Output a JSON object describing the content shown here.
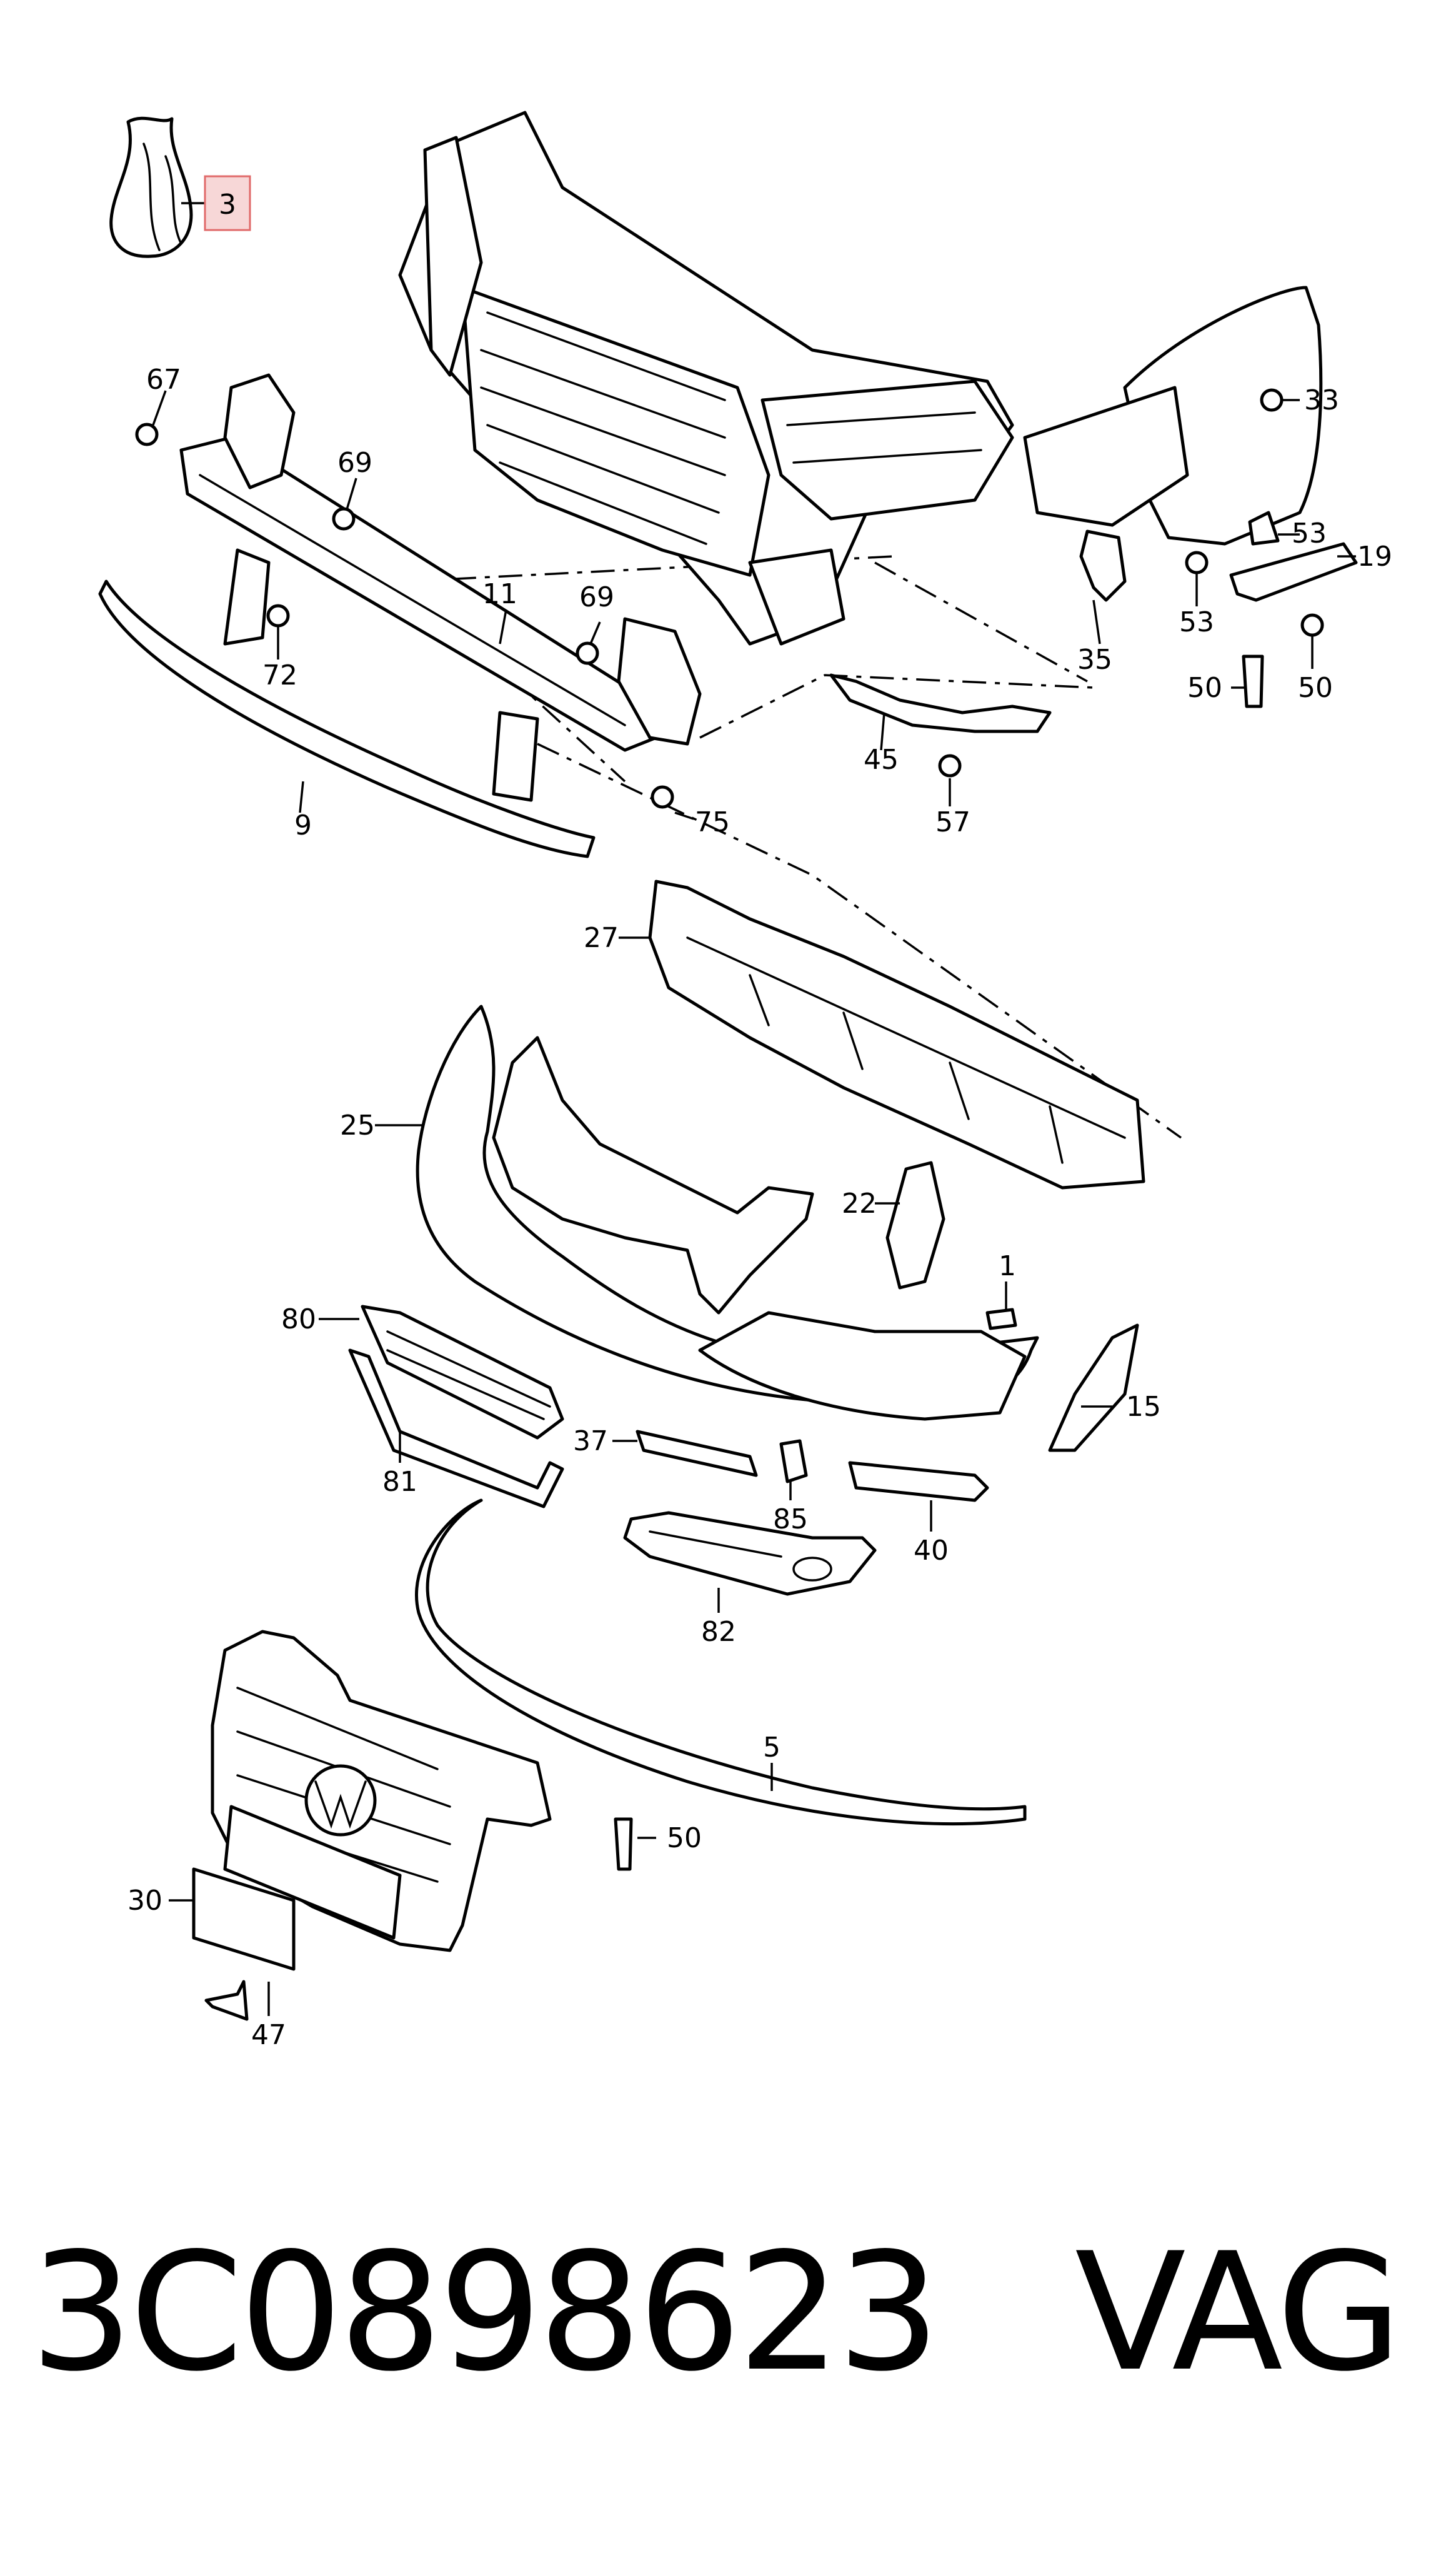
{
  "diagram": {
    "part_numbers": {
      "p1": "1",
      "p3": "3",
      "p5": "5",
      "p9": "9",
      "p11": "11",
      "p15": "15",
      "p19": "19",
      "p22": "22",
      "p25": "25",
      "p27": "27",
      "p30": "30",
      "p33": "33",
      "p35": "35",
      "p37": "37",
      "p40": "40",
      "p45": "45",
      "p47": "47",
      "p50a": "50",
      "p50b": "50",
      "p50c": "50",
      "p53a": "53",
      "p53b": "53",
      "p57": "57",
      "p67": "67",
      "p69a": "69",
      "p69b": "69",
      "p72": "72",
      "p75": "75",
      "p80": "80",
      "p81": "81",
      "p82": "82",
      "p85": "85"
    },
    "highlighted_part": "3",
    "highlight_color": "#f7d7d7"
  },
  "footer": {
    "part_code": "3C0898623",
    "brand": "VAG"
  }
}
